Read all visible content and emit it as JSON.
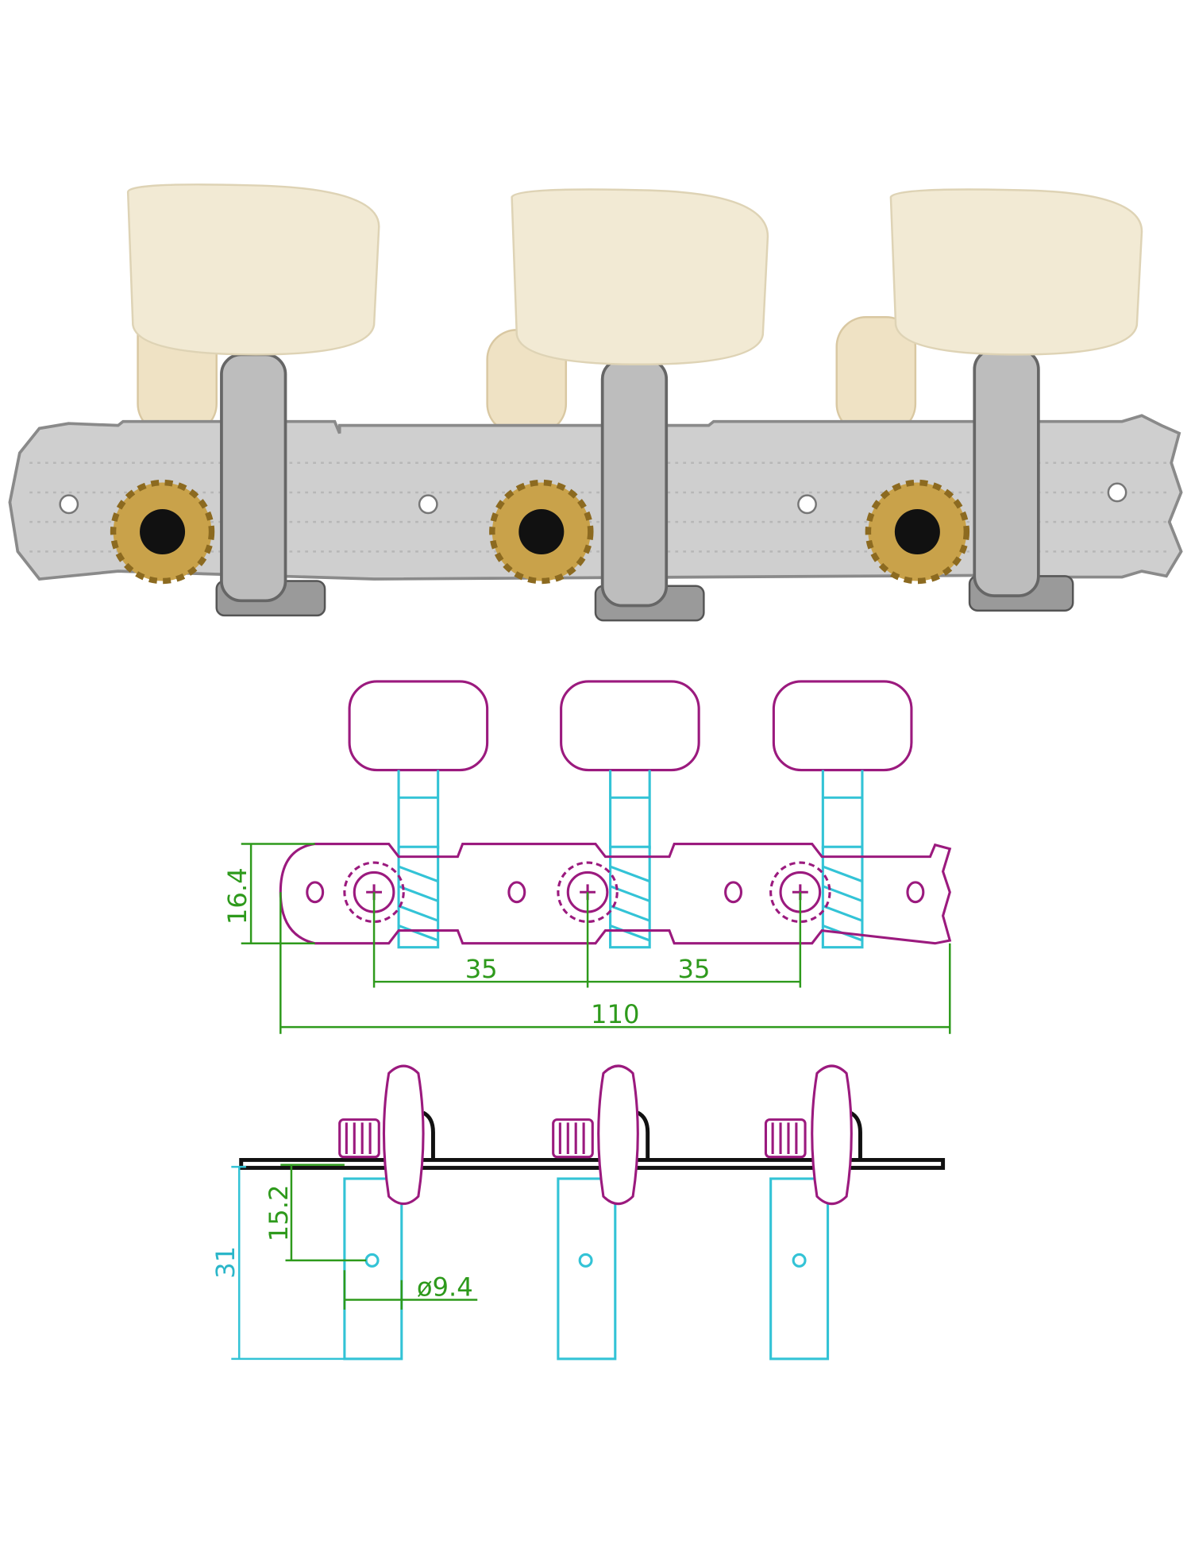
{
  "colors": {
    "outline": "#9b1a7e",
    "part_line": "#33c3d6",
    "dimension": "#2e9a1c",
    "plate_profile": "#111111",
    "knob": "#f2ead4",
    "plate_metal": "#c9c9c9",
    "gear": "#c9a24a"
  },
  "photo": {
    "tuner_count": 3
  },
  "top_view": {
    "dimensions": {
      "plate_height": "16.4",
      "spacing_1": "35",
      "spacing_2": "35",
      "overall_length": "110"
    }
  },
  "side_view": {
    "dimensions": {
      "post_length": "31",
      "hole_offset": "15.2",
      "post_diameter": "ø9.4"
    }
  }
}
